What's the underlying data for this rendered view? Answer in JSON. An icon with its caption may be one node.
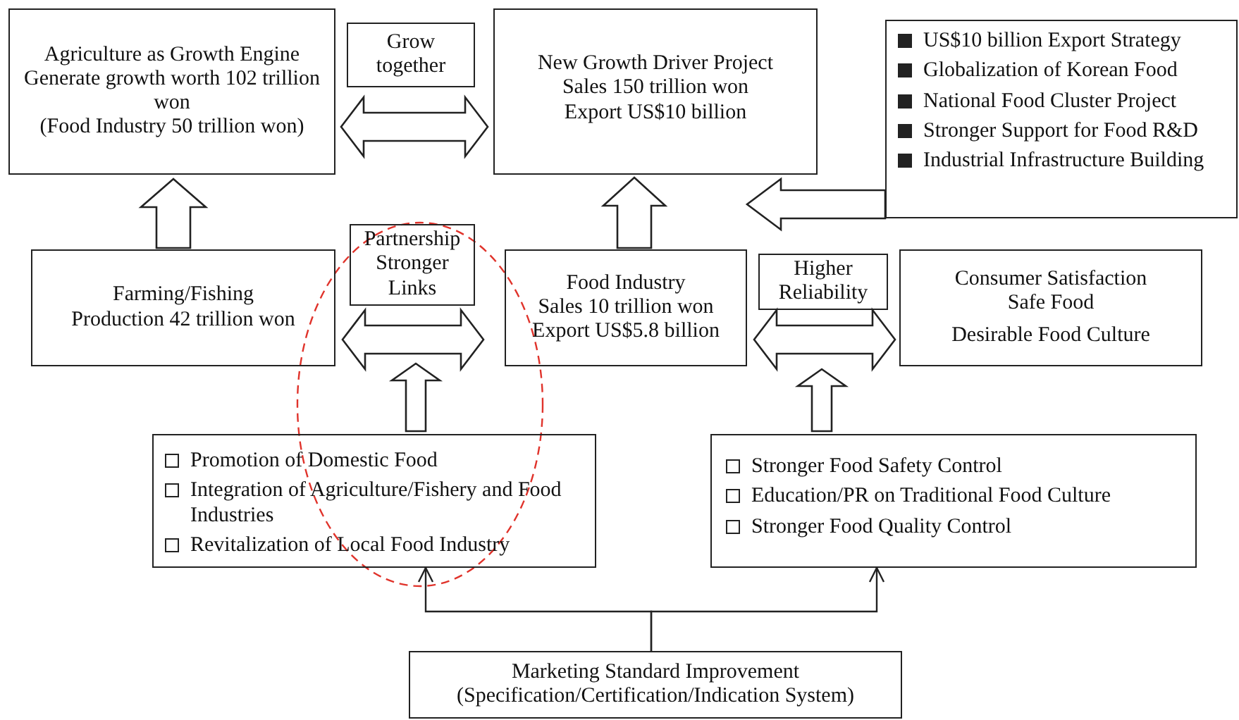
{
  "diagram": {
    "nodes": [
      {
        "text": [
          "Agriculture as Growth Engine",
          "Generate growth worth 102 trillion won",
          "(Food Industry 50 trillion won)"
        ]
      },
      {
        "text": [
          "Grow together"
        ]
      },
      {
        "text": [
          "New Growth Driver Project",
          "Sales 150 trillion won",
          "Export US$10 billion"
        ]
      },
      {
        "text": [
          "US$10 billion Export Strategy",
          "Globalization of Korean Food",
          "National Food Cluster Project",
          "Stronger Support for Food R&D",
          "Industrial Infrastructure Building"
        ]
      },
      {
        "text": [
          "Farming/Fishing",
          "Production 42 trillion won"
        ]
      },
      {
        "text": [
          "Partnership Stronger Links"
        ]
      },
      {
        "text": [
          "Food Industry",
          "Sales 10 trillion won",
          "Export US$5.8 billion"
        ]
      },
      {
        "text": [
          "Higher Reliability"
        ]
      },
      {
        "text": [
          "Consumer Satisfaction",
          "Safe Food",
          "Desirable Food Culture"
        ]
      },
      {
        "text": [
          "Promotion of Domestic Food",
          "Integration of Agriculture/Fishery and Food Industries",
          "Revitalization of Local Food Industry"
        ]
      },
      {
        "text": [
          "Stronger Food Safety Control",
          "Education/PR on Traditional Food Culture",
          "Stronger Food Quality Control"
        ]
      },
      {
        "text": [
          "Marketing Standard Improvement",
          "(Specification/Certification/Indication System)"
        ]
      }
    ],
    "edges": [
      {
        "from": 0,
        "to": 2,
        "arrow": "both"
      },
      {
        "from": 4,
        "to": 0,
        "arrow": "to"
      },
      {
        "from": 6,
        "to": 2,
        "arrow": "to"
      },
      {
        "from": 3,
        "to": 2,
        "arrow": "to"
      },
      {
        "from": 4,
        "to": 6,
        "arrow": "both"
      },
      {
        "from": 9,
        "to": null,
        "arrow": "to"
      },
      {
        "from": 6,
        "to": 8,
        "arrow": "both"
      },
      {
        "from": 10,
        "to": null,
        "arrow": "to"
      },
      {
        "from": 11,
        "to": 9,
        "arrow": "to"
      },
      {
        "from": 11,
        "to": 10,
        "arrow": "to"
      }
    ]
  }
}
